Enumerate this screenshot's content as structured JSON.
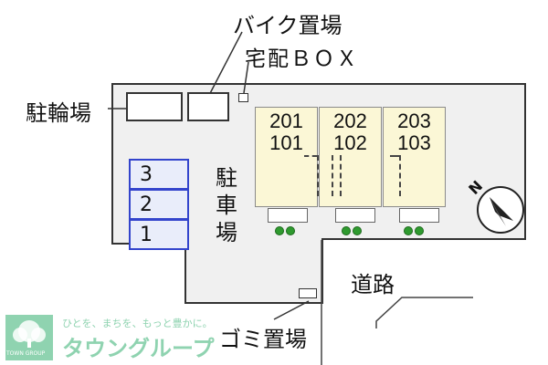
{
  "labels": {
    "bike_parking": "バイク置場",
    "delivery_box": "宅配ＢＯＸ",
    "bicycle_parking": "駐輪場",
    "parking_chars": [
      "駐",
      "車",
      "場"
    ],
    "road": "道路",
    "garbage": "ゴミ置場"
  },
  "units": [
    {
      "upper": "201",
      "lower": "101"
    },
    {
      "upper": "202",
      "lower": "102"
    },
    {
      "upper": "203",
      "lower": "103"
    }
  ],
  "parking_spaces": [
    "3",
    "2",
    "1"
  ],
  "compass": {
    "label": "N",
    "icon": "compass-icon"
  },
  "logo": {
    "tagline": "ひとを、まちを、もっと豊かに。",
    "name": "タウングループ",
    "badge": "TOWN GROUP",
    "color": "#8fd3b0"
  },
  "colors": {
    "unit_fill": "#fbf7d6",
    "parking_fill": "#e9edfa",
    "parking_border": "#3344cc",
    "lot_fill": "#f0f0f0",
    "shrub": "#2f9a2f"
  }
}
